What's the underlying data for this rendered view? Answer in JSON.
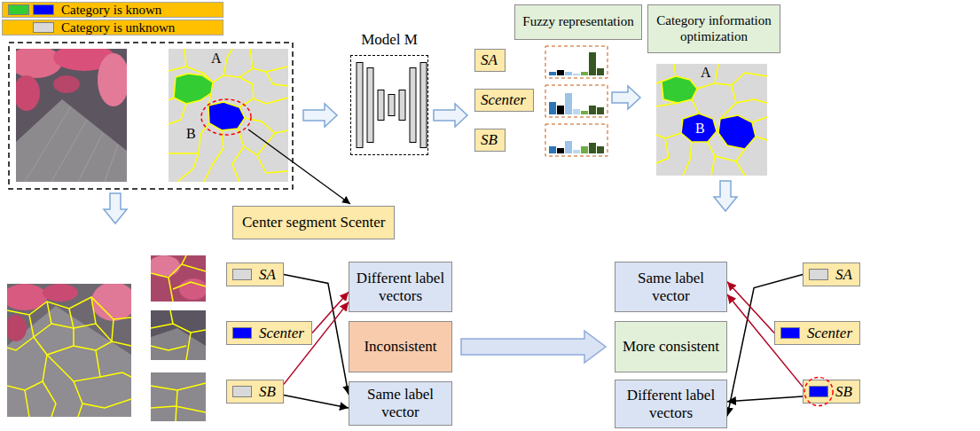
{
  "diagram": {
    "nodes": [
      {
        "text": [
          "Model M"
        ]
      },
      {
        "text": [
          "Fuzzy representation"
        ]
      },
      {
        "text": [
          "SA"
        ]
      },
      {
        "text": [
          "Scenter"
        ]
      },
      {
        "text": [
          "SB"
        ]
      },
      {
        "text": [
          "Category information optimization"
        ]
      },
      {
        "text": [
          "Center segment Scenter"
        ]
      },
      {
        "text": [
          "SA"
        ]
      },
      {
        "text": [
          "Scenter"
        ]
      },
      {
        "text": [
          "SB"
        ]
      },
      {
        "text": [
          "Different label vectors"
        ]
      },
      {
        "text": [
          "Inconsistent"
        ]
      },
      {
        "text": [
          "Same label vector"
        ]
      },
      {
        "text": [
          "Same label vector"
        ]
      },
      {
        "text": [
          "More consistent"
        ]
      },
      {
        "text": [
          "Different label vectors"
        ]
      },
      {
        "text": [
          "SA"
        ]
      },
      {
        "text": [
          "Scenter"
        ]
      },
      {
        "text": [
          "SB"
        ]
      }
    ],
    "edges": [
      {
        "from": 11,
        "to": 14,
        "arrow": "to"
      },
      {
        "from": 7,
        "to": 12,
        "arrow": "to"
      },
      {
        "from": 9,
        "to": 12,
        "arrow": "to"
      },
      {
        "from": 8,
        "to": 10,
        "arrow": "to"
      },
      {
        "from": 9,
        "to": 10,
        "arrow": "to"
      },
      {
        "from": 16,
        "to": 15,
        "arrow": "to"
      },
      {
        "from": 18,
        "to": 15,
        "arrow": "to"
      },
      {
        "from": 17,
        "to": 13,
        "arrow": "to"
      },
      {
        "from": 18,
        "to": 13,
        "arrow": "to"
      }
    ],
    "labels": [
      "A",
      "B",
      "A",
      "B"
    ],
    "legend": [
      {
        "text": "Category is known",
        "color": "#33cc33"
      },
      {
        "text": "Category is unknown",
        "color": "#d9d9d9"
      }
    ]
  }
}
